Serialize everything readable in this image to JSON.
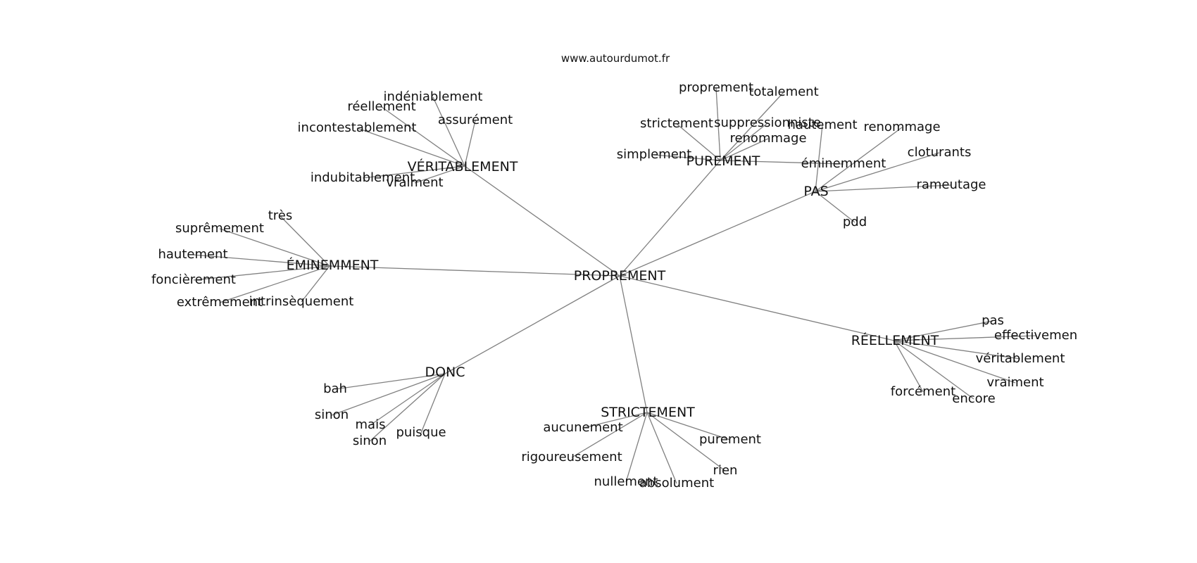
{
  "source": "www.autourdumot.fr",
  "edge_color": "#808080",
  "text_color": "#111111",
  "root": {
    "id": "root",
    "label": "PROPREMENT"
  },
  "hubs": [
    {
      "id": "veritablement",
      "label": "VÉRITABLEMENT",
      "leaves": [
        {
          "id": "v1",
          "label": "indéniablement"
        },
        {
          "id": "v2",
          "label": "réellement"
        },
        {
          "id": "v3",
          "label": "assurément"
        },
        {
          "id": "v4",
          "label": "incontestablement"
        },
        {
          "id": "v5",
          "label": "indubitablement"
        },
        {
          "id": "v6",
          "label": "vraiment"
        }
      ]
    },
    {
      "id": "purement",
      "label": "PUREMENT",
      "leaves": [
        {
          "id": "p1",
          "label": "proprement"
        },
        {
          "id": "p2",
          "label": "totalement"
        },
        {
          "id": "p3",
          "label": "strictement"
        },
        {
          "id": "p4",
          "label": "suppressionniste"
        },
        {
          "id": "p5",
          "label": "renommage"
        },
        {
          "id": "p6",
          "label": "simplement"
        },
        {
          "id": "p7",
          "label": "éminemment"
        }
      ]
    },
    {
      "id": "pas",
      "label": "PAS",
      "leaves": [
        {
          "id": "a1",
          "label": "hautement"
        },
        {
          "id": "a2",
          "label": "renommage"
        },
        {
          "id": "a3",
          "label": "cloturants"
        },
        {
          "id": "a4",
          "label": "rameutage"
        },
        {
          "id": "a5",
          "label": "pdd"
        }
      ]
    },
    {
      "id": "eminemment",
      "label": "ÉMINEMMENT",
      "leaves": [
        {
          "id": "e1",
          "label": "très"
        },
        {
          "id": "e2",
          "label": "suprêmement"
        },
        {
          "id": "e3",
          "label": "hautement"
        },
        {
          "id": "e4",
          "label": "foncièrement"
        },
        {
          "id": "e5",
          "label": "extrêmement"
        },
        {
          "id": "e6",
          "label": "intrinsèquement"
        }
      ]
    },
    {
      "id": "reellement",
      "label": "RÉELLEMENT",
      "leaves": [
        {
          "id": "r1",
          "label": "pas"
        },
        {
          "id": "r2",
          "label": "effectivemen"
        },
        {
          "id": "r3",
          "label": "véritablement"
        },
        {
          "id": "r4",
          "label": "vraiment"
        },
        {
          "id": "r5",
          "label": "forcément"
        },
        {
          "id": "r6",
          "label": "encore"
        }
      ]
    },
    {
      "id": "donc",
      "label": "DONC",
      "leaves": [
        {
          "id": "d1",
          "label": "bah"
        },
        {
          "id": "d2",
          "label": "sinon"
        },
        {
          "id": "d3",
          "label": "mais"
        },
        {
          "id": "d4",
          "label": "sinon"
        },
        {
          "id": "d5",
          "label": "puisque"
        }
      ]
    },
    {
      "id": "strictement",
      "label": "STRICTEMENT",
      "leaves": [
        {
          "id": "s1",
          "label": "aucunement"
        },
        {
          "id": "s2",
          "label": "rigoureusement"
        },
        {
          "id": "s3",
          "label": "purement"
        },
        {
          "id": "s4",
          "label": "rien"
        },
        {
          "id": "s5",
          "label": "nullement"
        },
        {
          "id": "s6",
          "label": "absolument"
        }
      ]
    }
  ]
}
